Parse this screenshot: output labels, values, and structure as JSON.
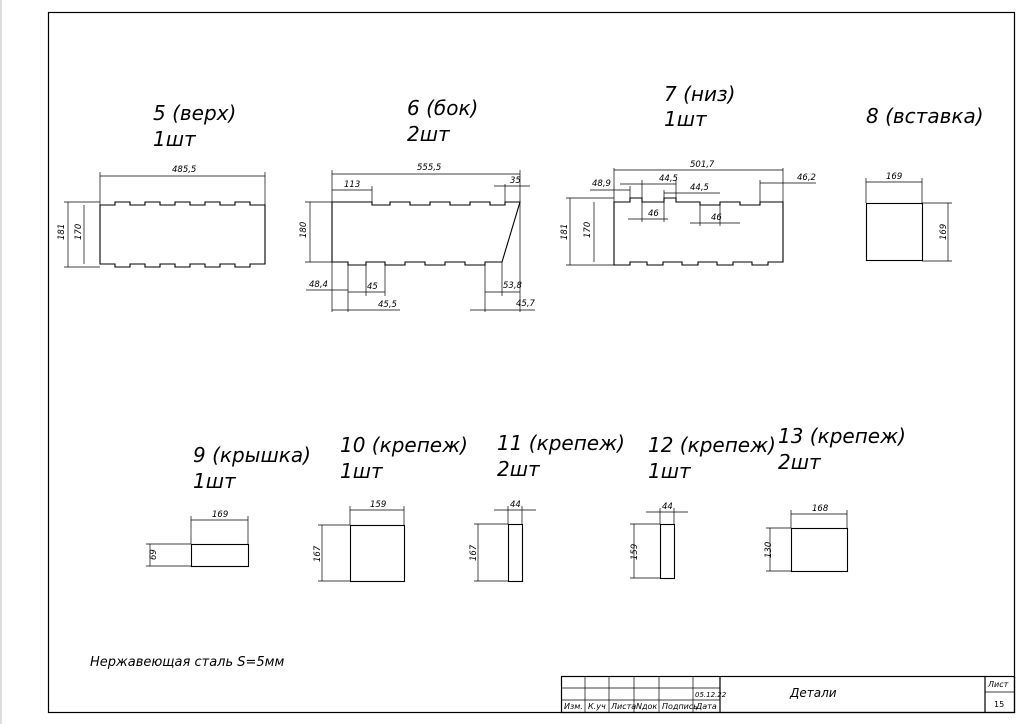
{
  "parts": [
    {
      "id": "p5",
      "title": "5 (верх)",
      "qty": "1шт",
      "dims": [
        "485,5",
        "181",
        "170"
      ]
    },
    {
      "id": "p6",
      "title": "6 (бок)",
      "qty": "2шт",
      "dims": [
        "555,5",
        "113",
        "35",
        "180",
        "48,4",
        "45",
        "45,5",
        "53,8",
        "45,7"
      ]
    },
    {
      "id": "p7",
      "title": "7 (низ)",
      "qty": "1шт",
      "dims": [
        "501,7",
        "48,9",
        "44,5",
        "44,5",
        "46,2",
        "46",
        "46",
        "181",
        "170"
      ]
    },
    {
      "id": "p8",
      "title": "8 (вставка)",
      "qty": "",
      "dims": [
        "169",
        "169"
      ]
    },
    {
      "id": "p9",
      "title": "9 (крышка)",
      "qty": "1шт",
      "dims": [
        "169",
        "69"
      ]
    },
    {
      "id": "p10",
      "title": "10 (крепеж)",
      "qty": "1шт",
      "dims": [
        "159",
        "167"
      ]
    },
    {
      "id": "p11",
      "title": "11 (крепеж)",
      "qty": "2шт",
      "dims": [
        "44",
        "167"
      ]
    },
    {
      "id": "p12",
      "title": "12 (крепеж)",
      "qty": "1шт",
      "dims": [
        "44",
        "159"
      ]
    },
    {
      "id": "p13",
      "title": "13 (крепеж)",
      "qty": "2шт",
      "dims": [
        "168",
        "130"
      ]
    }
  ],
  "material_note": "Нержавеющая сталь S=5мм",
  "title_block": {
    "name": "Детали",
    "date": "05.12.22",
    "sheet_label": "Лист",
    "sheet_number": "15",
    "columns": [
      "Изм.",
      "К.уч",
      "Листа",
      "Nдок",
      "Подпись",
      "Дата"
    ]
  }
}
